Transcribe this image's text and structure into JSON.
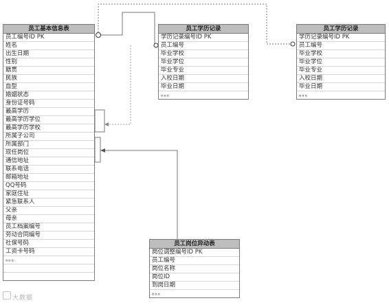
{
  "tables": {
    "basic": {
      "title": "员工基本信息表",
      "rows": [
        "员工编号ID  PK",
        "姓名",
        "出生日期",
        "性别",
        "籍贯",
        "民族",
        "血型",
        "婚姻状态",
        "身份证号码",
        "最高学历",
        "最高学历学位",
        "最高学历学校",
        "所属子公司",
        "所属部门",
        "现任岗位",
        "通信地址",
        "联系电话",
        "邮箱地址",
        "QQ号码",
        "家庭住址",
        "紧急联系人",
        "父亲",
        "母亲",
        "员工档案编号",
        "劳动合同编号",
        "社保号码",
        "工资卡号码",
        "。。。",
        "",
        ""
      ]
    },
    "edu1": {
      "title": "员工学历记录",
      "rows": [
        "学历记录编号ID  PK",
        "员工编号",
        "毕业学校",
        "毕业学位",
        "毕业专业",
        "入校日期",
        "毕业日期",
        "。。。"
      ]
    },
    "edu2": {
      "title": "员工学历记录",
      "rows": [
        "学历记录编号ID  PK",
        "员工编号",
        "毕业学校",
        "毕业学位",
        "毕业专业",
        "入校日期",
        "毕业日期",
        "。。。"
      ]
    },
    "post": {
      "title": "员工岗位异动表",
      "rows": [
        "岗位调整编号ID  PK",
        "员工编号",
        "岗位名称",
        "岗位ID",
        "到岗日期",
        "。。。"
      ]
    }
  },
  "watermark": "大数据"
}
